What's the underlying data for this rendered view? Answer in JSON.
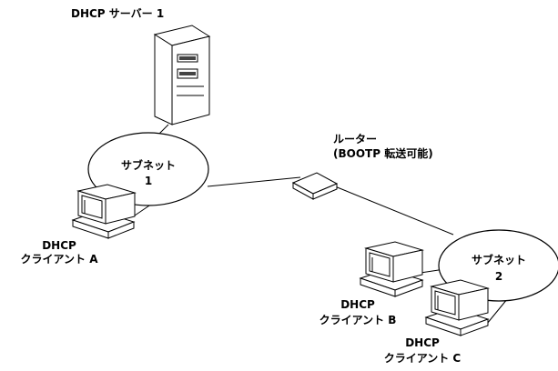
{
  "server": {
    "label": "DHCP サーバー 1"
  },
  "router": {
    "line1": "ルーター",
    "line2": "(BOOTP 転送可能)"
  },
  "subnet1": {
    "line1": "サブネット",
    "line2": "1"
  },
  "subnet2": {
    "line1": "サブネット",
    "line2": "2"
  },
  "clientA": {
    "line1": "DHCP",
    "line2": "クライアント A"
  },
  "clientB": {
    "line1": "DHCP",
    "line2": "クライアント B"
  },
  "clientC": {
    "line1": "DHCP",
    "line2": "クライアント C"
  },
  "colors": {
    "stroke": "#000000",
    "fill": "#ffffff",
    "shade": "#444444"
  }
}
